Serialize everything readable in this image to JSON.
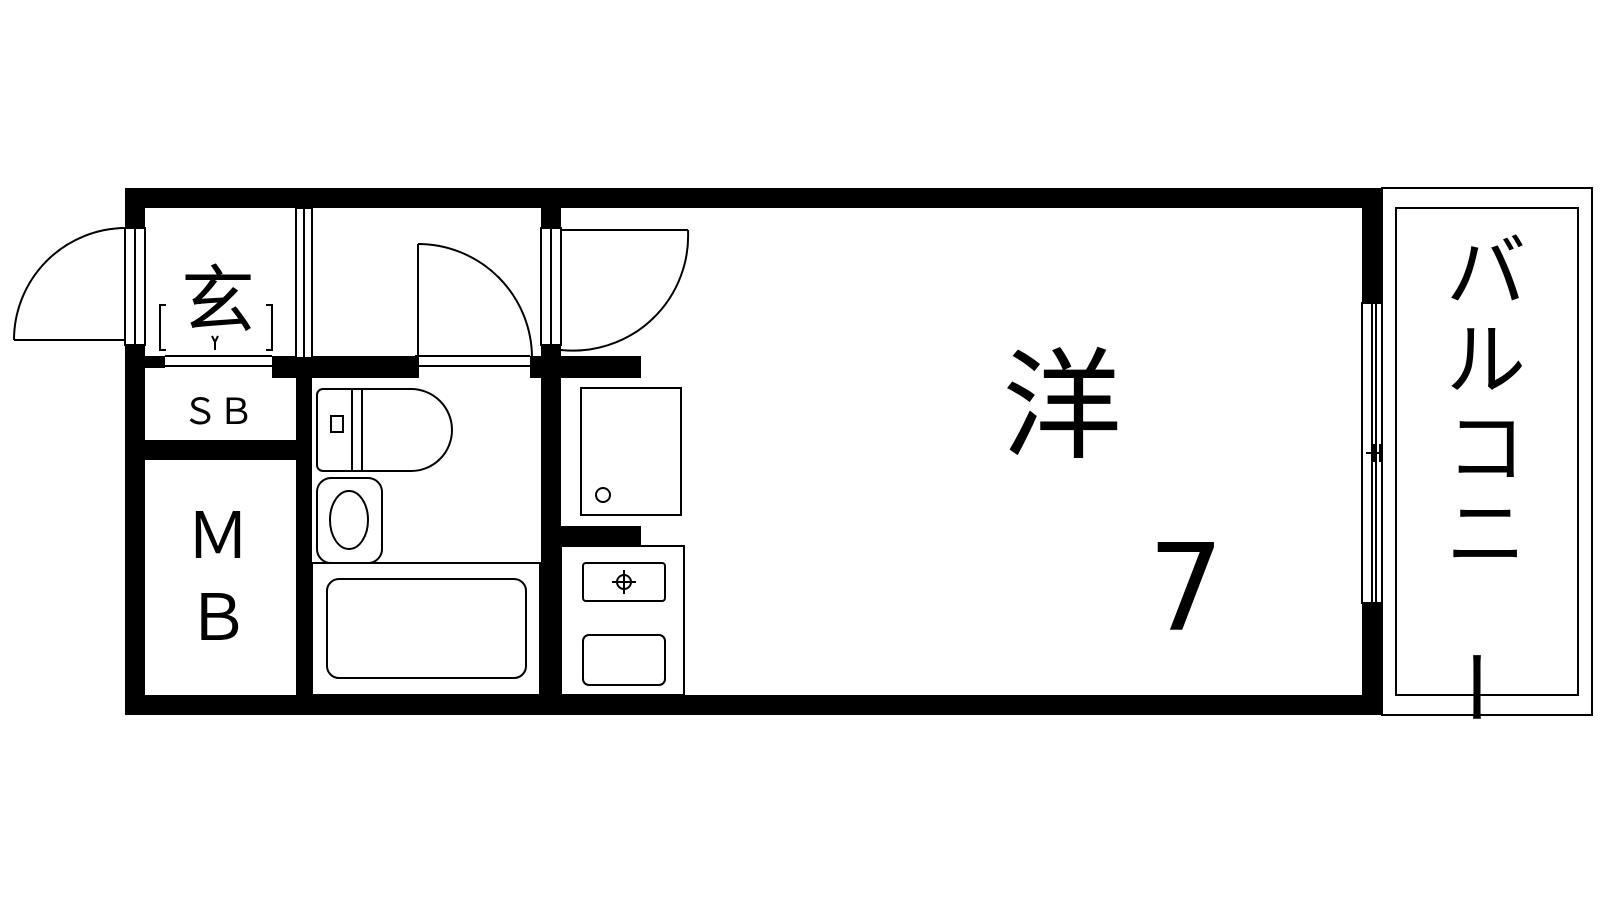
{
  "rooms": {
    "entrance": "玄",
    "shoe_box": "ＳＢ",
    "closet_line1": "Ｍ",
    "closet_line2": "Ｂ",
    "western_room": "洋",
    "western_room_size": "7"
  },
  "balcony": {
    "chars": [
      "バ",
      "ル",
      "コ",
      "ニ",
      "ー"
    ]
  },
  "colors": {
    "wall": "#000000",
    "background": "#ffffff"
  }
}
